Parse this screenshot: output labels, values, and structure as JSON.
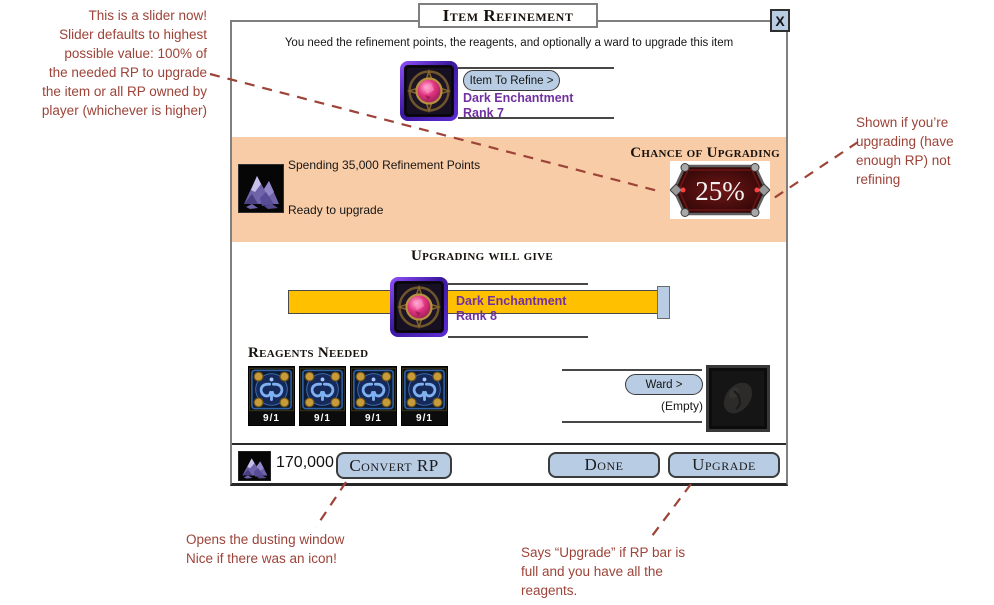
{
  "window": {
    "title": "Item Refinement",
    "close": "X",
    "subtitle": "You need the refinement points, the reagents, and optionally a ward to upgrade this item"
  },
  "item": {
    "select_button": "Item To Refine >",
    "name": "Dark Enchantment",
    "rank": "Rank 7"
  },
  "refine": {
    "spending": "Spending 35,000 Refinement Points",
    "status": "Ready to upgrade",
    "chance_heading": "Chance of Upgrading",
    "chance": "25%"
  },
  "result": {
    "heading": "Upgrading will give",
    "name": "Dark Enchantment",
    "rank": "Rank 8"
  },
  "reagents": {
    "heading": "Reagents Needed",
    "counts": [
      "9/1",
      "9/1",
      "9/1",
      "9/1"
    ]
  },
  "ward": {
    "select_button": "Ward >",
    "status": "(Empty)"
  },
  "footer": {
    "rp_total": "170,000",
    "convert": "Convert RP",
    "done": "Done",
    "upgrade": "Upgrade"
  },
  "annotations": {
    "slider": "This is a slider now!\nSlider defaults to highest\npossible value: 100% of\nthe needed RP to upgrade\nthe item or all RP owned by\nplayer (whichever is higher)",
    "chance": "Shown if you’re\nupgrading (have\nenough RP) not\nrefining",
    "convert": "Opens the dusting window\nNice if there was an icon!",
    "upgrade": "Says “Upgrade” if RP bar is\nfull and you have all the\nreagents."
  },
  "colors": {
    "annotation": "#9d4338",
    "accent_blue": "#b8cce4",
    "item_purple": "#7030a0",
    "panel_orange": "#f8cca6",
    "bar_yellow": "#ffc000"
  }
}
